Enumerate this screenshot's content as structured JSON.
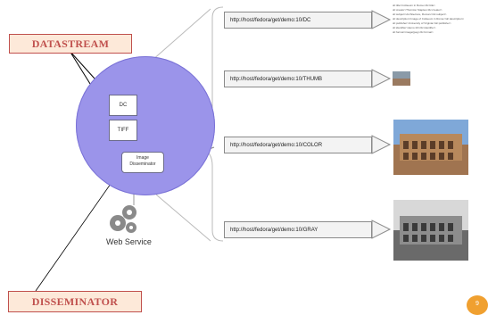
{
  "callouts": {
    "datastream": "DATASTREAM",
    "disseminator": "DISSEMINATOR"
  },
  "object": {
    "box_dc": "DC",
    "box_tiff": "TIFF",
    "box_image_line1": "Image",
    "box_image_line2": "Disseminator"
  },
  "web_service": "Web Service",
  "urls": [
    "http://host/fedora/get/demo:10/DC",
    "http://host/fedora/get/demo:10/THUMB",
    "http://host/fedora/get/demo:10/COLOR",
    "http://host/fedora/get/demo:10/GRAY"
  ],
  "dc_text": [
    "dc:title>Coliseum in Rome</dc:title>",
    "dc:creator>Thornton Staples</dc:creator>",
    "dc:subject>Architecture, Roman</dc:subject>",
    "dc:description>Image of Coliseum in Rome</dc:description>",
    "dc:publisher>University of Virginia</dc:publisher>",
    "dc:identifier>demo:10</dc:identifier>",
    "dc:format>image/jpeg</dc:format>"
  ],
  "page_number": "9",
  "colors": {
    "circle": "#9b94ea",
    "callout_text": "#c0504d",
    "callout_fill": "#fde9d9"
  },
  "icons": [
    "gear-icon",
    "thumbnail-image",
    "color-image",
    "gray-image"
  ]
}
